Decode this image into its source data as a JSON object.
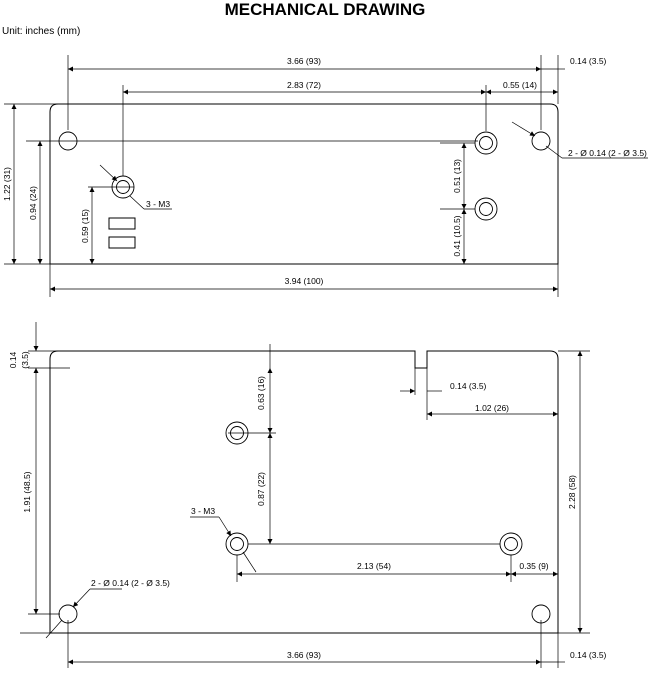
{
  "title": "MECHANICAL DRAWING",
  "unit_label": "Unit: inches (mm)",
  "top_view": {
    "dims": {
      "overall_3_66": "3.66 (93)",
      "right_0_14": "0.14 (3.5)",
      "span_2_83": "2.83 (72)",
      "right_0_55": "0.55 (14)",
      "height_1_22": "1.22 (31)",
      "height_0_94": "0.94 (24)",
      "height_0_59": "0.59 (15)",
      "vert_0_51": "0.51 (13)",
      "vert_0_41": "0.41 (10.5)",
      "width_3_94": "3.94 (100)"
    },
    "callouts": {
      "m3": "3 - M3",
      "holes": "2 - Ø 0.14 (2 - Ø 3.5)"
    }
  },
  "bottom_view": {
    "dims": {
      "left_0_14": "0.14",
      "left_3_5": "(3.5)",
      "vert_0_63": "0.63 (16)",
      "notch_0_14": "0.14 (3.5)",
      "notch_1_02": "1.02 (26)",
      "vert_0_87": "0.87 (22)",
      "height_1_91": "1.91 (48.5)",
      "height_2_28": "2.28 (58)",
      "span_2_13": "2.13 (54)",
      "right_0_35": "0.35 (9)",
      "overall_3_66": "3.66 (93)",
      "right_0_14": "0.14 (3.5)"
    },
    "callouts": {
      "m3": "3 - M3",
      "holes": "2 - Ø 0.14 (2 - Ø 3.5)"
    }
  }
}
